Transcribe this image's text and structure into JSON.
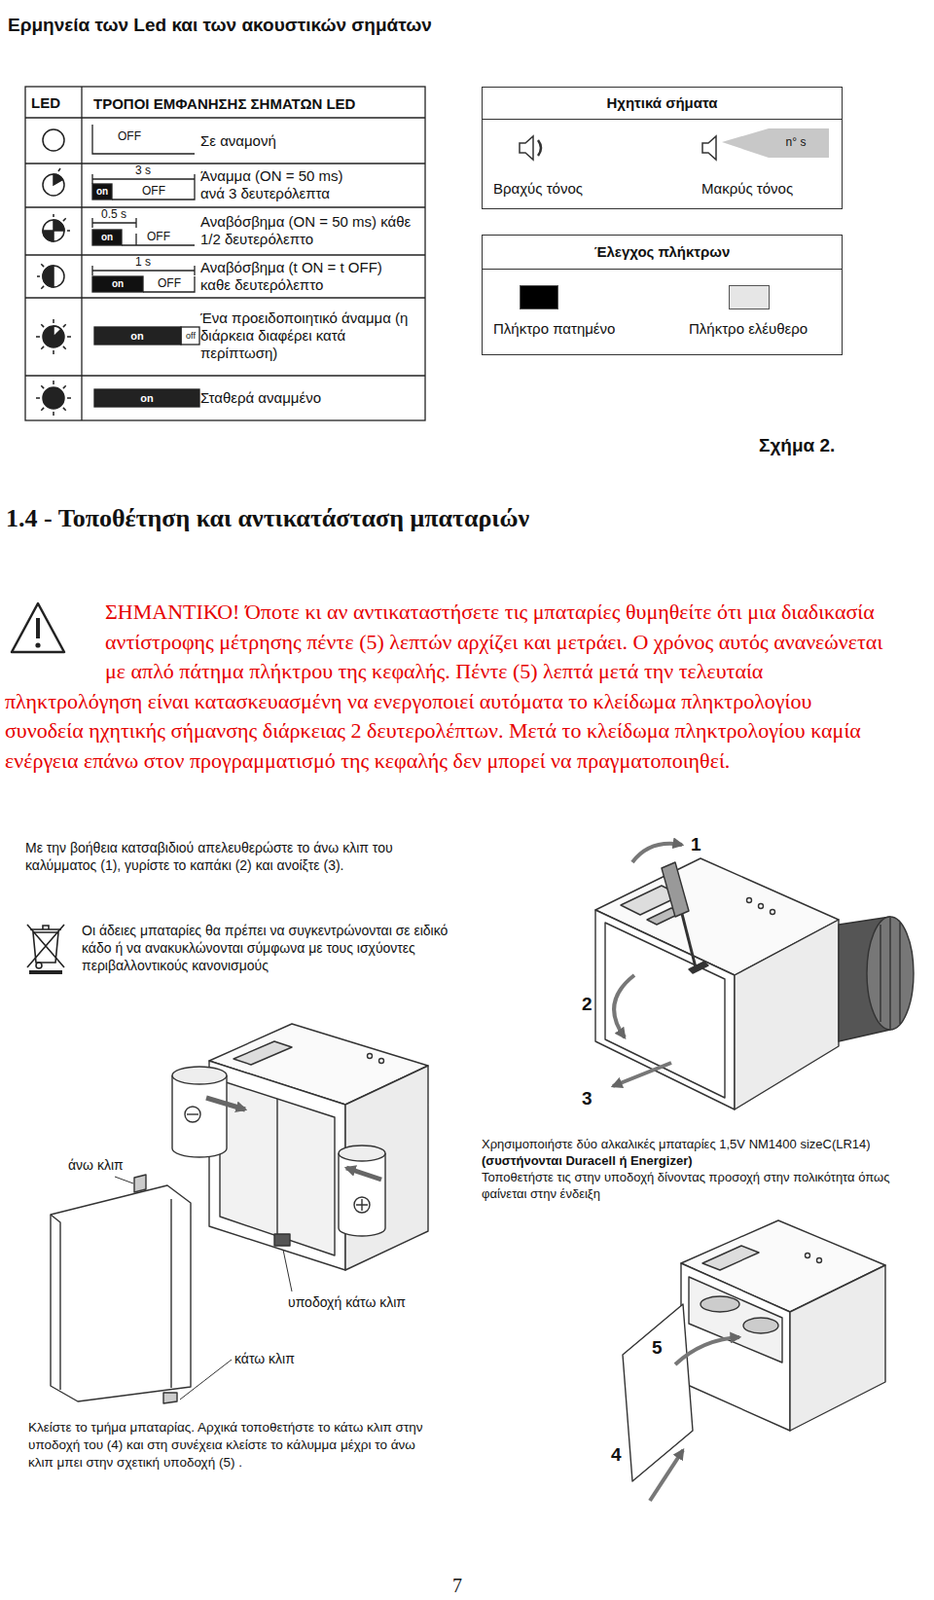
{
  "diagram": {
    "title": "Ερμηνεία των Led και των ακουστικών σημάτων",
    "caption": "Σχήμα 2.",
    "nodes": [
      {
        "text": [
          "Ηχητικά σήματα"
        ]
      },
      {
        "text": [
          "Έλεγχος πλήκτρων"
        ]
      }
    ],
    "labels": [
      "LED",
      "ΤΡΟΠΟΙ ΕΜΦΑΝΗΣΗΣ ΣΗΜΑΤΩΝ LED",
      "OFF",
      "Σε αναμονή",
      "3 s",
      "on",
      "OFF",
      "Άναμμα (ON = 50 ms) ανά 3 δευτερόλεπτα",
      "0.5 s",
      "on",
      "OFF",
      "Αναβόσβημα (ON = 50 ms) κάθε 1/2 δευτερόλεπτο",
      "1 s",
      "on",
      "OFF",
      "Αναβόσβημα (t ON = t OFF) καθε δευτερόλεπτο",
      "on",
      "off",
      "Ένα προειδοποιητικό άναμμα (η διάρκεια διαφέρει κατά περίπτωση)",
      "on",
      "Σταθερά αναμμένο",
      "n° s",
      "1.4 - Τοποθέτηση και αντικατάσταση μπαταριών",
      "ΣΗΜΑΝΤΙΚΟ! Όποτε κι αν αντικαταστήσετε τις μπαταρίες θυμηθείτε ότι μια διαδικασία αντίστροφης μέτρησης πέντε (5) λεπτών αρχίζει και μετράει. Ο χρόνος αυτός ανανεώνεται με απλό πάτημα πλήκτρου της κεφαλής. Πέντε (5) λεπτά μετά την τελευταία πληκτρολόγηση είναι κατασκευασμένη να ενεργοποιεί αυτόματα το κλείδωμα πληκτρολογίου συνοδεία ηχητικής σήμανσης διάρκειας 2 δευτερολέπτων. Μετά το κλείδωμα πληκτρολογίου καμία ενέργεια επάνω στον προγραμματισμό της κεφαλής δεν μπορεί να πραγματοποιηθεί.",
      "Με την βοήθεια κατσαβιδιού απελευθερώστε το άνω κλιπ του καλύμματος (1), γυρίστε το καπάκι (2) και ανοίξτε (3).",
      "1",
      "2",
      "3",
      "Οι άδειες μπαταρίες θα πρέπει να συγκεντρώνονται σε ειδικό κάδο ή να ανακυκλώνονται σύμφωνα με τους ισχύοντες περιβαλλοντικούς κανονισμούς",
      "άνω κλιπ",
      "υποδοχή κάτω κλιπ",
      "κάτω κλιπ",
      "Χρησιμοποιήστε δύο αλκαλικές μπαταρίες 1,5V NM1400 sizeC(LR14)",
      "(συστήνονται Duracell ή Energizer)",
      "Τοποθετήστε τις στην υποδοχή δίνοντας προσοχή στην πολικότητα όπως φαίνεται στην ένδειξη",
      "5",
      "4",
      "Κλείστε το τμήμα μπαταρίας. Αρχικά τοποθετήστε το κάτω κλιπ στην υποδοχή του (4) και στη συνέχεια κλείστε το κάλυμμα μέχρι το άνω κλιπ μπει στην σχετική υποδοχή (5) .",
      "7"
    ],
    "legend": [
      {
        "text": "Βραχύς τόνος"
      },
      {
        "text": "Μακρύς τόνος"
      },
      {
        "text": "Πλήκτρο πατημένο",
        "color": "#000000"
      },
      {
        "text": "Πλήκτρο ελέυθερο",
        "color": "#e6e6e6"
      }
    ]
  }
}
